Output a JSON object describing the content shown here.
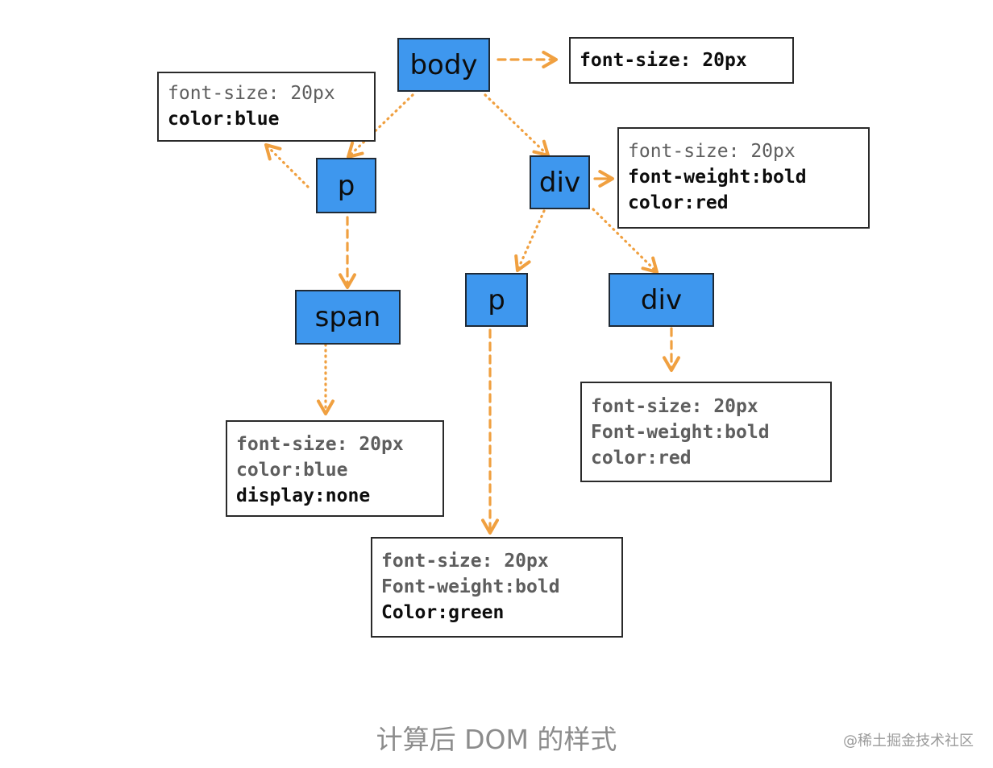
{
  "nodes": {
    "body": "body",
    "p_left": "p",
    "div_main": "div",
    "span": "span",
    "p_inner": "p",
    "div_inner": "div"
  },
  "styles": {
    "body": [
      "font-size: 20px"
    ],
    "p_left": [
      "font-size: 20px",
      "color:blue"
    ],
    "div_main": [
      "font-size: 20px",
      "font-weight:bold",
      "color:red"
    ],
    "span": [
      "font-size: 20px",
      "color:blue",
      "display:none"
    ],
    "div_inner": [
      "font-size: 20px",
      "Font-weight:bold",
      "color:red"
    ],
    "p_inner": [
      "font-size: 20px",
      "Font-weight:bold",
      "Color:green"
    ]
  },
  "caption": "计算后 DOM 的样式",
  "watermark": "@稀土掘金技术社区",
  "colors": {
    "node_fill": "#3e97ee",
    "arrow": "#f0a040"
  }
}
